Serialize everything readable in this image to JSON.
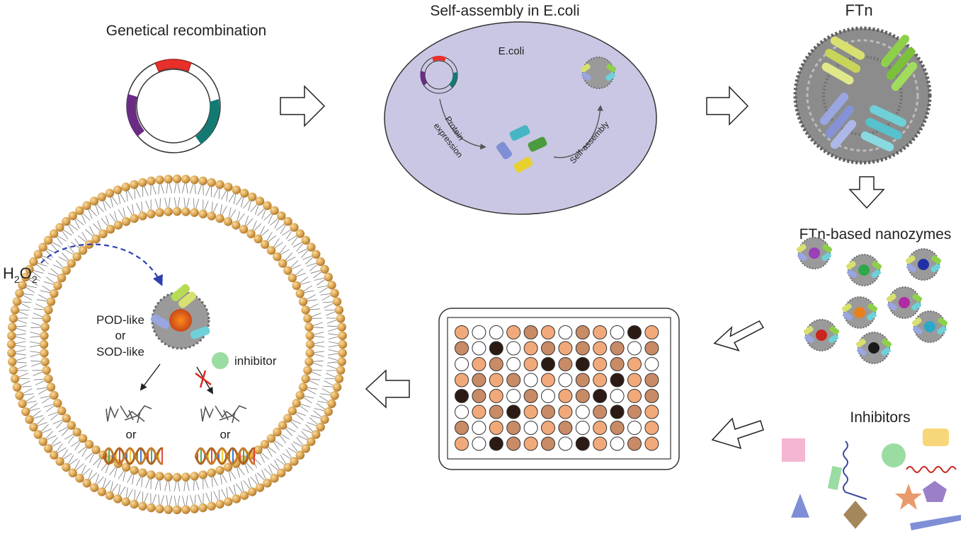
{
  "titles": {
    "recombination": "Genetical recombination",
    "self_assembly": "Self-assembly in E.coli",
    "ftn": "FTn",
    "nanozymes": "FTn-based nanozymes",
    "inhibitors": "Inhibitors"
  },
  "ecoli": {
    "cell_label": "E.coli",
    "protein_expression_1": "Protein",
    "protein_expression_2": "expression",
    "self_assembly_arrow": "Self-assembly"
  },
  "cell": {
    "h2o2": "H",
    "h2o2_sub1": "2",
    "h2o2_mid": "O",
    "h2o2_sub2": "2",
    "pod": "POD-like",
    "or1": "or",
    "sod": "SOD-like",
    "inhibitor": "inhibitor",
    "or_left": "or",
    "or_right": "or"
  },
  "colors": {
    "plasmid_red": "#e8302a",
    "plasmid_purple": "#6a2c83",
    "plasmid_teal": "#137a73",
    "ecoli_fill": "#c9c7e3",
    "lipid_head": "#d9a24e",
    "well_light": "#f2a97a",
    "well_mid": "#c98a66",
    "well_dark": "#2b1b14",
    "well_empty": "#ffffff"
  },
  "plate": {
    "rows": 8,
    "cols": 12,
    "wells": [
      "lewlmlwmlwdl",
      "mwdwlmlmlmwm",
      "wlmwldmdlmlw",
      "lmlmwlwmldlm",
      "dmlwmwlmdwlm",
      "wlmdlmlwmdml",
      "mwlmwlmwlmwl",
      "lwdmlmwdlwml"
    ]
  }
}
